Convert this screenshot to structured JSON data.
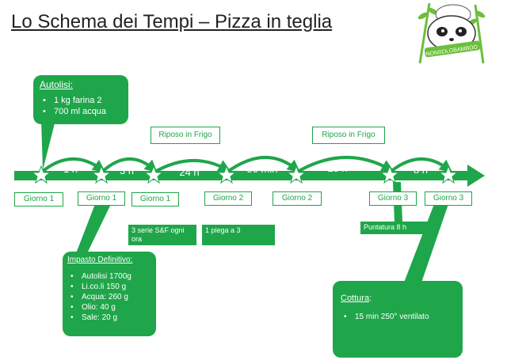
{
  "title": "Lo Schema dei Tempi – Pizza in teglia",
  "logo": {
    "text": "NONSOLOBAMBOO"
  },
  "autolisi": {
    "heading": "Autolisi:",
    "items": [
      "1 kg farina 2",
      "700 ml acqua"
    ]
  },
  "durations": [
    "1 h",
    "3 h",
    "24 h",
    "90 min",
    "18 h",
    "8 h"
  ],
  "riposo": [
    "Riposo in Frigo",
    "Riposo in Frigo"
  ],
  "days": [
    "Giorno 1",
    "Giorno 1",
    "Giorno 1",
    "Giorno 2",
    "Giorno 2",
    "Giorno 3",
    "Giorno 3"
  ],
  "notes": {
    "serie": "3 serie S&F ogni ora",
    "piega": "1 piega a 3",
    "puntatura": "Puntatura 8 h"
  },
  "impasto": {
    "heading": "Impasto Definitivo:",
    "items": [
      "Autolisi 1700g",
      "Li.co.li 150 g",
      "Acqua: 260 g",
      "Olio: 40 g",
      "Sale: 20 g"
    ]
  },
  "cottura": {
    "heading": "Cottura",
    "heading_suffix": ":",
    "items": [
      "15 min 250° ventilato"
    ]
  },
  "colors": {
    "green": "#1fa64a",
    "light_green": "#e8f6ec"
  }
}
